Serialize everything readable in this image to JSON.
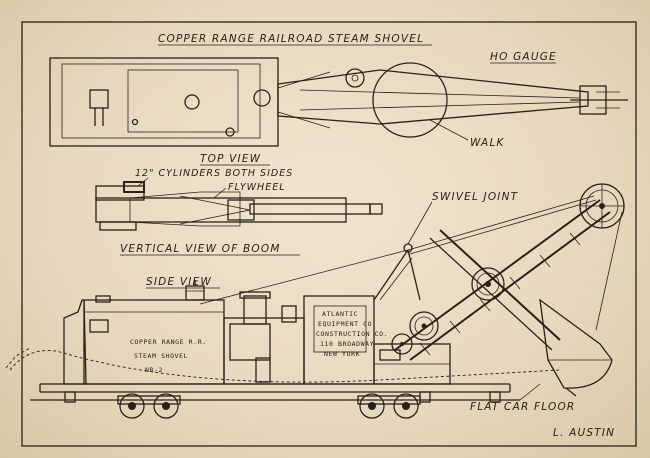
{
  "title": "COPPER RANGE RAILROAD STEAM SHOVEL",
  "gauge": "HO GAUGE",
  "views": {
    "top": "TOP VIEW",
    "boom": "VERTICAL VIEW OF BOOM",
    "side": "SIDE VIEW"
  },
  "callouts": {
    "walk": "WALK",
    "cylinders": "12\" CYLINDERS BOTH SIDES",
    "flywheel": "FLYWHEEL",
    "swivel": "SWIVEL JOINT",
    "floor": "FLAT CAR FLOOR"
  },
  "cab_lettering": {
    "line1": "COPPER RANGE R.R.",
    "line2": "STEAM SHOVEL",
    "line3": "NR-2"
  },
  "builder_plate": {
    "line1": "ATLANTIC",
    "line2": "EQUIPMENT CO.",
    "line3": "CONSTRUCTION CO.",
    "line4": "110 BROADWAY",
    "line5": "NEW YORK"
  },
  "author": "L. AUSTIN",
  "colors": {
    "paper": "#e8dcc4",
    "ink": "#2a2118"
  }
}
